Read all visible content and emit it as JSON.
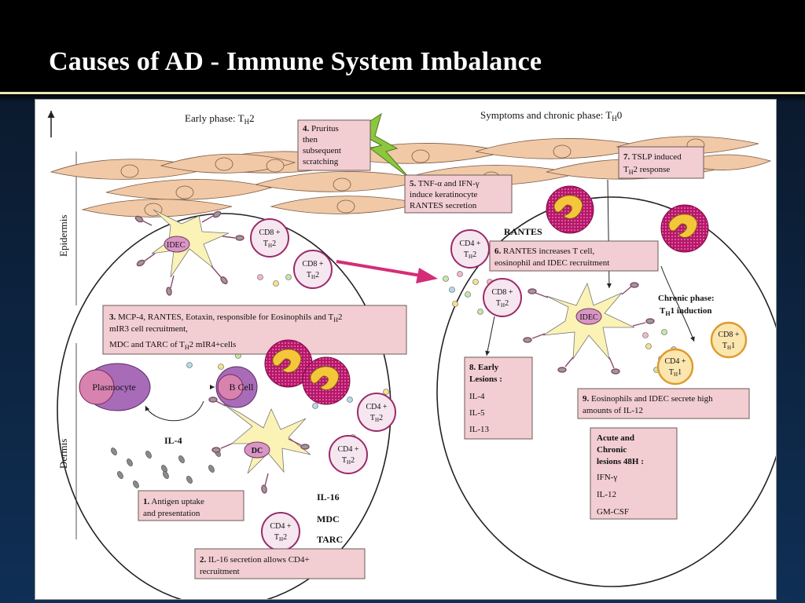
{
  "title": "Causes of AD - Immune System Imbalance",
  "phases": {
    "early": {
      "pre": "Early phase: T",
      "sub": "H",
      "post": "2"
    },
    "chronic": {
      "pre": "Symptoms and chronic phase: T",
      "sub": "H",
      "post": "0"
    }
  },
  "layers": {
    "epidermis": "Epidermis",
    "dermis": "Dermis"
  },
  "boxes": {
    "b1": {
      "num": "1.",
      "l1": " Antigen uptake",
      "l2": "and presentation"
    },
    "b2": {
      "num": "2.",
      "l1": " IL-16 secretion allows CD4+",
      "l2": "recruitment"
    },
    "b3": {
      "num": "3.",
      "l1a": " MCP-4, RANTES, Eotaxin, responsible for Eosinophils and T",
      "l1sub": "H",
      "l1b": "2",
      "l2": "mIR3 cell recruitment,",
      "l3a": "MDC and TARC of T",
      "l3sub": "H",
      "l3b": "2 mIR4+cells"
    },
    "b4": {
      "num": "4.",
      "l1": " Pruritus",
      "l2": "then",
      "l3": "subsequent",
      "l4": "scratching"
    },
    "b5": {
      "num": "5.",
      "l1": " TNF-α and IFN-γ",
      "l2": "induce keratinocyte",
      "l3": "RANTES secretion"
    },
    "b6": {
      "num": "6.",
      "l1": " RANTES increases T cell,",
      "l2": "eosinophil and IDEC recruitment"
    },
    "b7": {
      "num": "7.",
      "l1": " TSLP induced",
      "l2a": "T",
      "l2sub": "H",
      "l2b": "2 response"
    },
    "b8": {
      "l1": "8. Early",
      "l2": "Lesions :",
      "items": [
        "IL-4",
        "IL-5",
        "IL-13"
      ]
    },
    "b9": {
      "num": "9.",
      "l1": " Eosinophils and IDEC secrete high",
      "l2": "amounts of IL-12"
    },
    "acute": {
      "l1": "Acute and",
      "l2": "Chronic",
      "l3": "lesions 48H :",
      "items": [
        "IFN-γ",
        "IL-12",
        "GM-CSF"
      ]
    }
  },
  "cells": {
    "plasmocyte": "Plasmocyte",
    "bcell": "B Cell",
    "dc": "DC",
    "idec": "IDEC",
    "idec2": "IDEC",
    "cd8": "CD8 +",
    "cd4": "CD4 +",
    "th": "T",
    "thsub": "H",
    "th2num": "2",
    "th1num": "1"
  },
  "labels": {
    "il4": "IL-4",
    "il16": "IL-16",
    "mdc": "MDC",
    "tarc": "TARC",
    "rantes": "RANTES",
    "chronic1": "Chronic phase:",
    "chronic2a": "T",
    "chronic2sub": "H",
    "chronic2b": "1 induction"
  },
  "colors": {
    "box": "#f2cdd2",
    "arrow": "#d42d78",
    "keratinocyte": "#f1c9a6",
    "eosinophil": "#b8156a",
    "dc": "#fbf2b6",
    "plasmocyte": "#a86bb8",
    "lightning": "#8dc63f"
  }
}
